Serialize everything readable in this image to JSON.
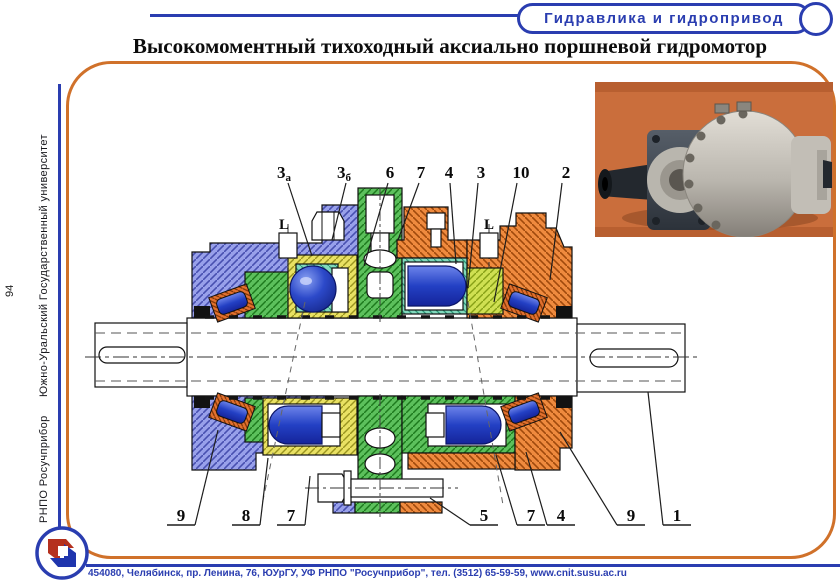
{
  "header": {
    "course_title": "Гидравлика и гидропривод"
  },
  "title": "Высокомоментный тихоходный аксиально поршневой гидромотор",
  "sidebar": {
    "university": "Южно-Уральский Государственный университет",
    "organization": "РНПО Росучприбор",
    "page_number": "94"
  },
  "diagram": {
    "callouts_top": [
      {
        "main": "3",
        "sub": "а"
      },
      {
        "main": "3",
        "sub": "б"
      },
      {
        "main": "6"
      },
      {
        "main": "7"
      },
      {
        "main": "4"
      },
      {
        "main": "3"
      },
      {
        "main": "10"
      },
      {
        "main": "2"
      }
    ],
    "callouts_bottom": [
      "9",
      "8",
      "7",
      "5",
      "7",
      "4",
      "9",
      "1"
    ],
    "dim_labels": {
      "left": "L",
      "right": "L"
    }
  },
  "footer": {
    "address": "454080, Челябинск, пр. Ленина, 76, ЮУрГУ, УФ РНПО \"Росучприбор\", тел. (3512) 65-59-59, www.cnit.susu.ac.ru"
  },
  "colors": {
    "accent-blue": "#2a3db0",
    "frame-orange": "#d0712a",
    "text-dark": "#17171c",
    "photo-bg": "#ca6e3c",
    "hatch-blue": "#98a0ea",
    "hatch-green": "#5cc05c",
    "hatch-orange": "#ef8a3e",
    "hatch-yellow": "#e9e163",
    "hatch-teal": "#82d9bd",
    "hatch-yellowgreen": "#cfe052",
    "piston-blue": "#2340c4",
    "logo-red": "#b5301e",
    "logo-blue": "#1f35ad"
  }
}
